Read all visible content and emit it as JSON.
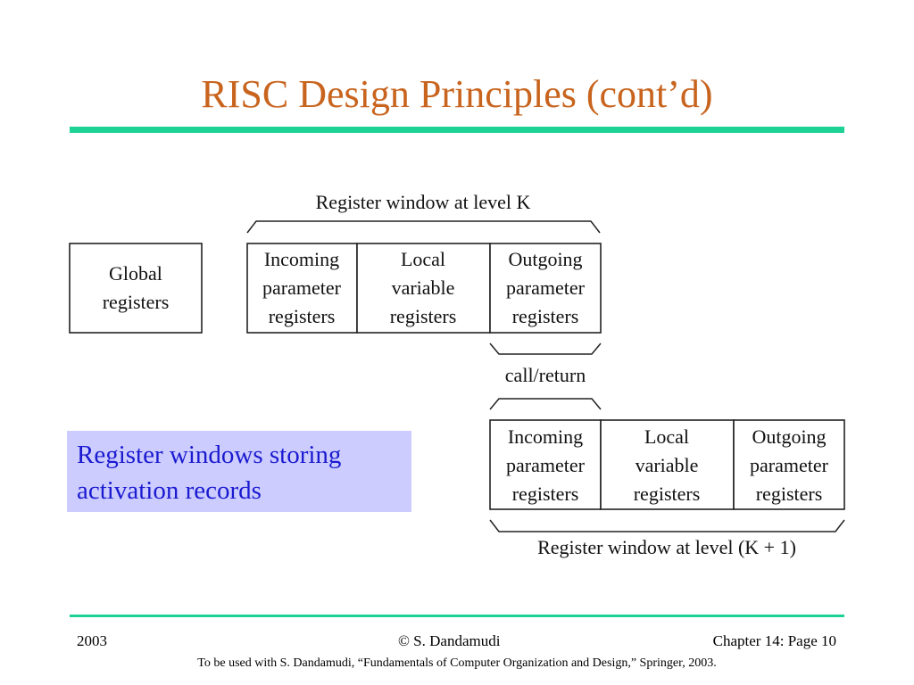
{
  "slide": {
    "title": "RISC Design Principles (cont’d)"
  },
  "diagram": {
    "global_registers": [
      "Global",
      "registers"
    ],
    "window_k": {
      "label": "Register window at level K",
      "incoming": [
        "Incoming",
        "parameter",
        "registers"
      ],
      "local": [
        "Local",
        "variable",
        "registers"
      ],
      "outgoing": [
        "Outgoing",
        "parameter",
        "registers"
      ]
    },
    "call_return_label": "call/return",
    "window_k1": {
      "label": "Register window at level (K + 1)",
      "incoming": [
        "Incoming",
        "parameter",
        "registers"
      ],
      "local": [
        "Local",
        "variable",
        "registers"
      ],
      "outgoing": [
        "Outgoing",
        "parameter",
        "registers"
      ]
    }
  },
  "callout": {
    "line1": "Register windows storing",
    "line2": "activation records"
  },
  "footer": {
    "year": "2003",
    "author": "© S. Dandamudi",
    "page": "Chapter 14: Page 10",
    "note": "To be used with S. Dandamudi, “Fundamentals of Computer Organization and Design,” Springer, 2003."
  },
  "colors": {
    "title": "#c8641e",
    "rule": "#1ed296",
    "callout_bg": "#ccccff",
    "callout_text": "#1a1ad0"
  }
}
